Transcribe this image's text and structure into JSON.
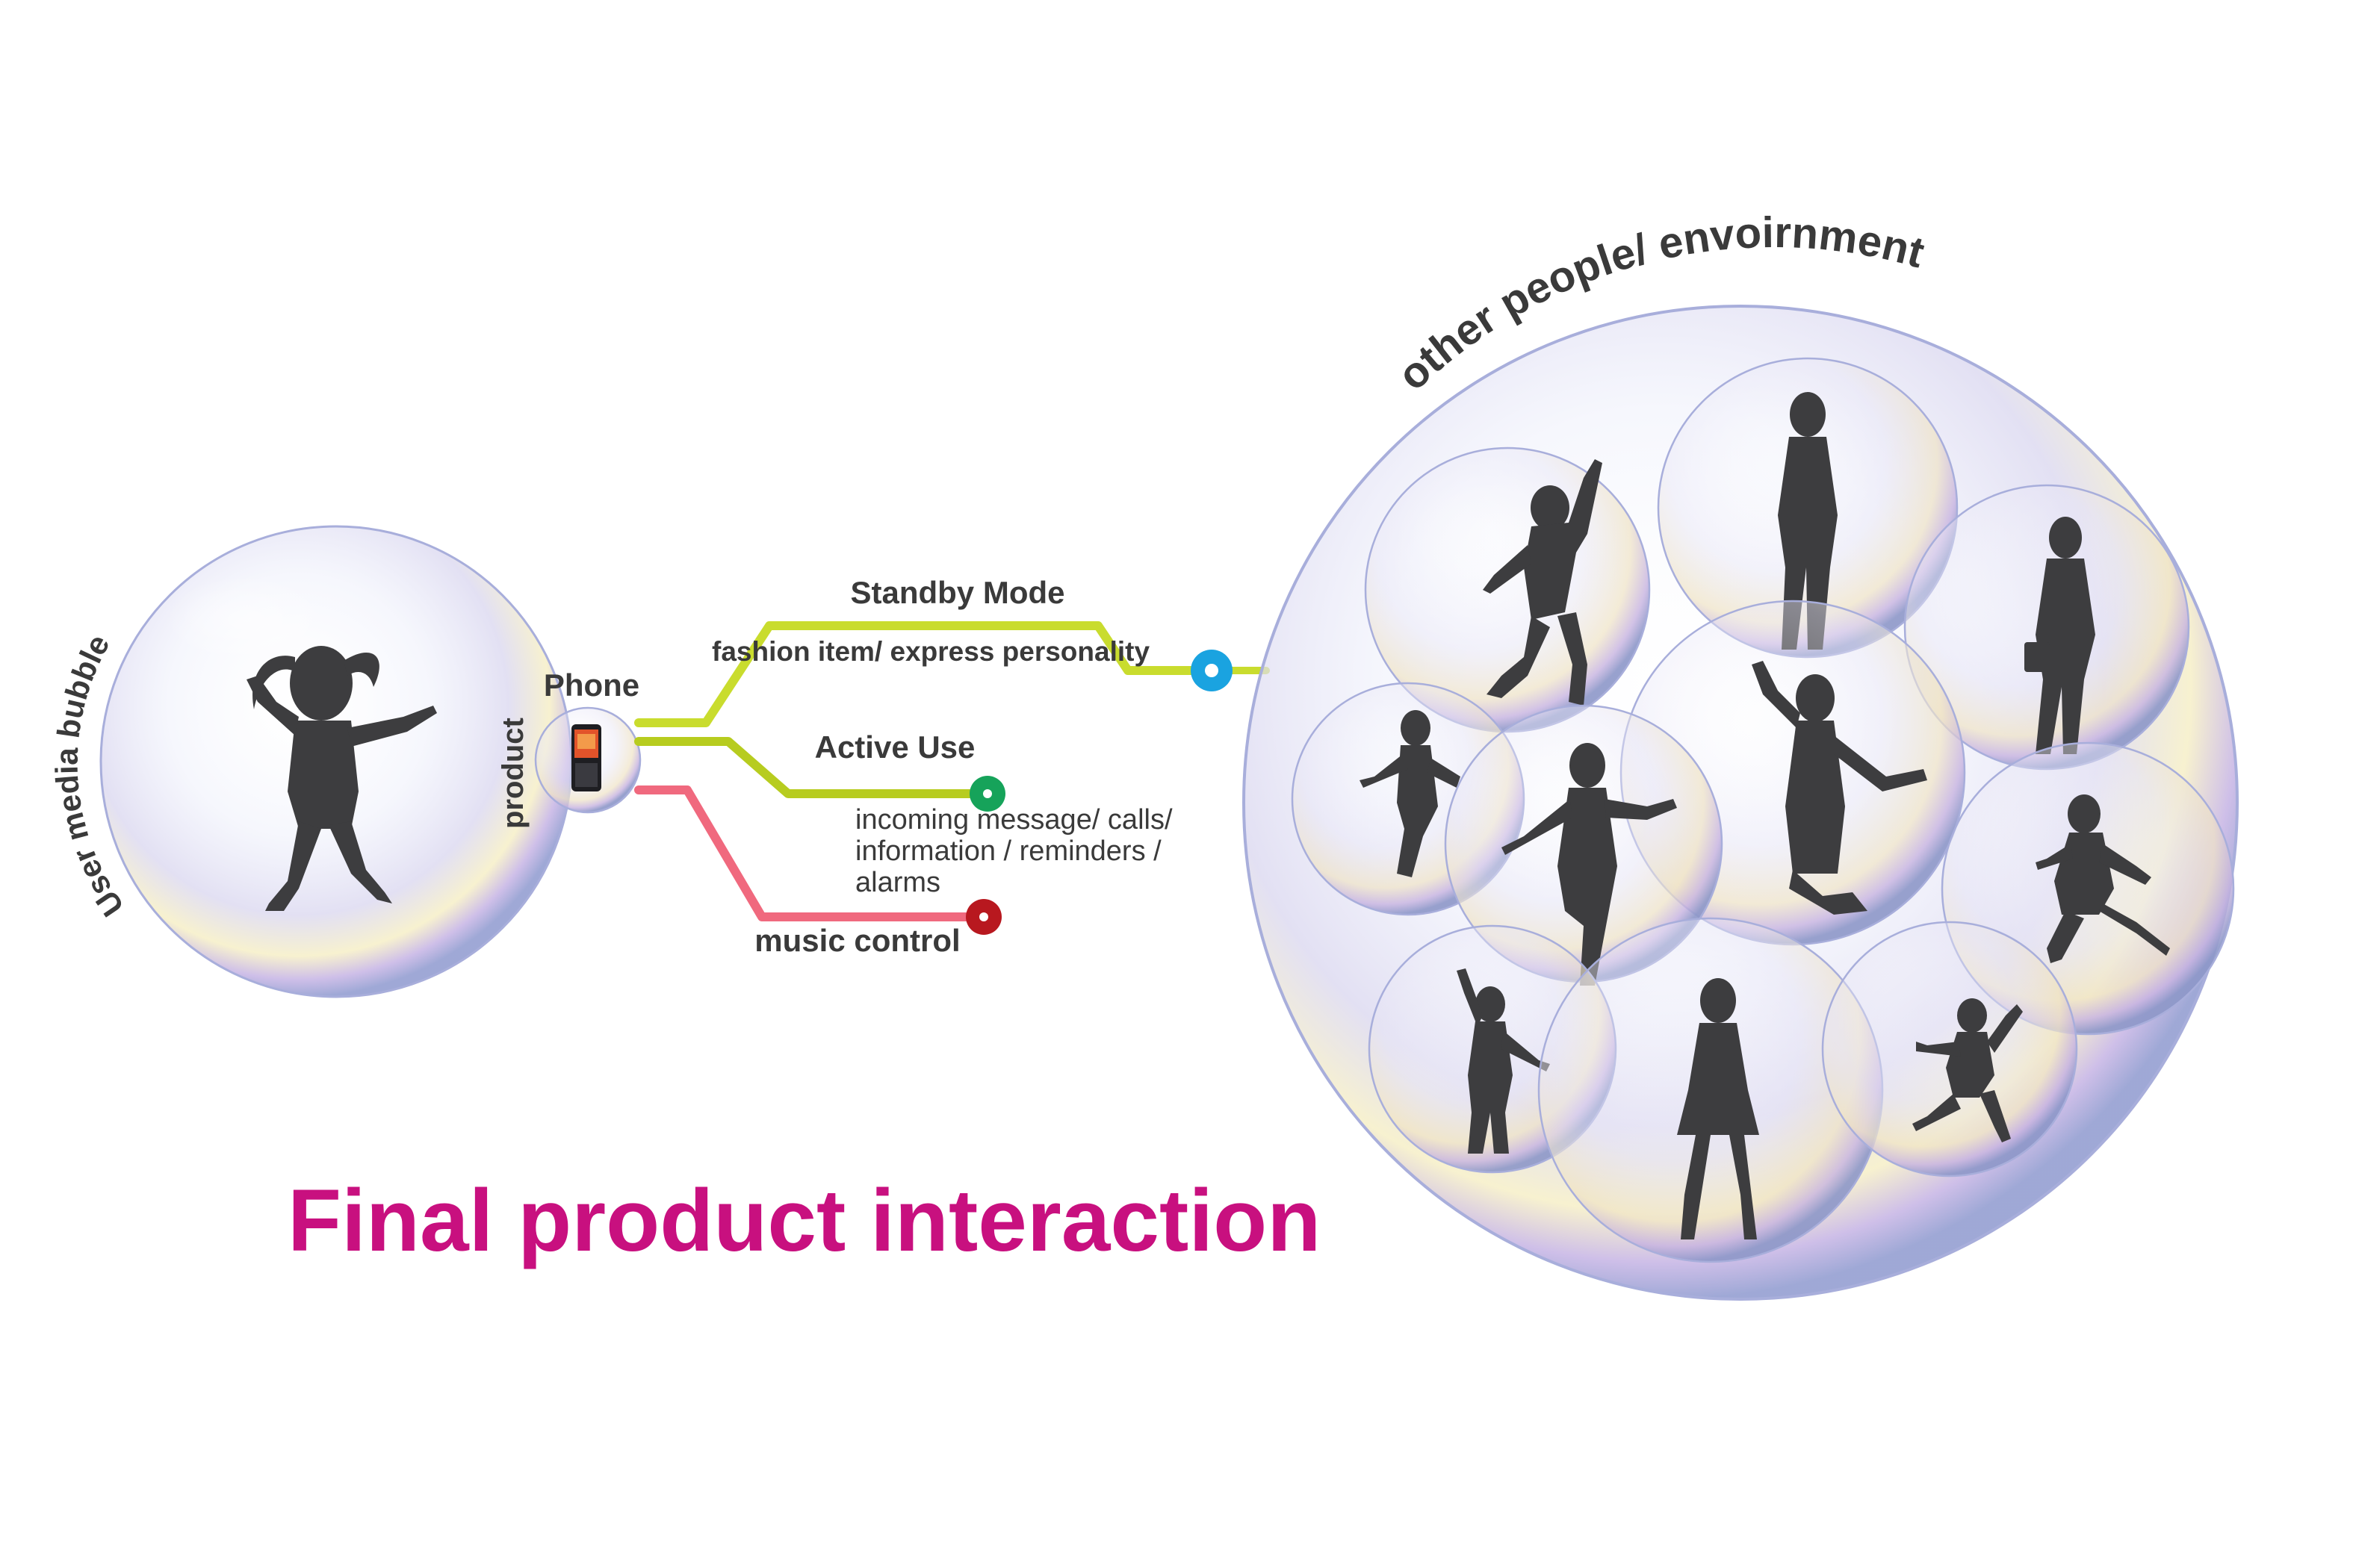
{
  "title": "Final product interaction",
  "user_bubble": {
    "label": "User media bubble"
  },
  "product": {
    "vertical_label": "product",
    "phone_label": "Phone"
  },
  "branches": {
    "standby": {
      "heading": "Standby Mode",
      "detail": "fashion item/ express personality"
    },
    "active": {
      "heading": "Active Use",
      "detail_lines": [
        "incoming message/ calls/",
        "information / reminders /",
        "alarms"
      ]
    },
    "music": {
      "heading": "music control"
    }
  },
  "environment": {
    "label": "other people/ envoirnment"
  },
  "colors": {
    "title": "#c8107f",
    "product_label": "#d01a1a",
    "standby_line": "#c9dc2e",
    "active_line": "#b7cc1f",
    "music_line": "#f0697e",
    "standby_dot": "#1aa3e0",
    "active_dot": "#16a35a",
    "music_dot": "#b8181f",
    "silhouette": "#3d3d3f"
  }
}
